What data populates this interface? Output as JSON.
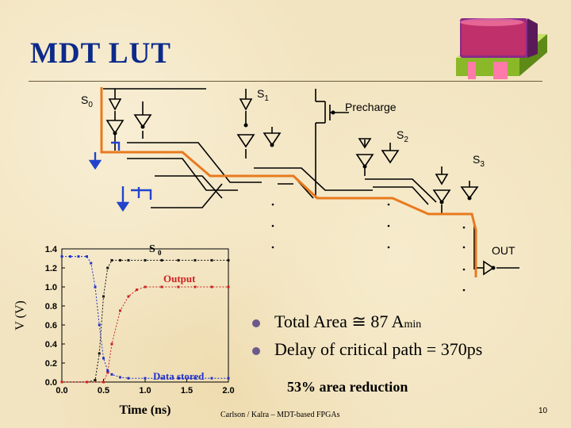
{
  "slide": {
    "title": "MDT LUT",
    "bullets": [
      {
        "pre": "Total Area ≅ 87 A",
        "sub": "min"
      },
      {
        "pre": "Delay of critical path = 370ps",
        "sub": ""
      }
    ],
    "reduction": "53% area reduction",
    "footer": "Carlson / Kalra – MDT-based FPGAs",
    "page_number": "10"
  },
  "circuit": {
    "labels": {
      "s0": "S",
      "s0_sub": "0",
      "s1": "S",
      "s1_sub": "1",
      "precharge": "Precharge",
      "s2": "S",
      "s2_sub": "2",
      "s3": "S",
      "s3_sub": "3",
      "out": "OUT"
    },
    "colors": {
      "highlight": "#e87a1e",
      "blue": "#2244cc",
      "wire": "#000000"
    }
  },
  "chart_data": {
    "type": "line",
    "xlabel": "Time (ns)",
    "ylabel": "V (V)",
    "xlim": [
      0.0,
      2.0
    ],
    "ylim": [
      0.0,
      1.4
    ],
    "xticks": [
      "0.0",
      "0.5",
      "1.0",
      "1.5",
      "2.0"
    ],
    "yticks": [
      "0.0",
      "0.2",
      "0.4",
      "0.6",
      "0.8",
      "1.0",
      "1.2",
      "1.4"
    ],
    "annotations": {
      "s0": "S",
      "s0_sub": "0",
      "output": "Output",
      "data_stored": "Data stored"
    },
    "series": [
      {
        "name": "S0",
        "color": "#111111",
        "x": [
          0.0,
          0.3,
          0.4,
          0.45,
          0.5,
          0.55,
          0.6,
          0.7,
          0.8,
          1.0,
          1.2,
          1.4,
          1.6,
          1.8,
          2.0
        ],
        "y": [
          0.0,
          0.0,
          0.02,
          0.3,
          0.9,
          1.2,
          1.28,
          1.28,
          1.28,
          1.28,
          1.28,
          1.28,
          1.28,
          1.28,
          1.28
        ]
      },
      {
        "name": "Output",
        "color": "#cc2222",
        "x": [
          0.0,
          0.3,
          0.5,
          0.55,
          0.6,
          0.7,
          0.8,
          0.9,
          1.0,
          1.2,
          1.4,
          1.6,
          1.8,
          2.0
        ],
        "y": [
          0.0,
          0.0,
          0.0,
          0.1,
          0.4,
          0.75,
          0.9,
          0.97,
          1.0,
          1.0,
          1.0,
          1.0,
          1.0,
          1.0
        ]
      },
      {
        "name": "Data stored",
        "color": "#2233cc",
        "x": [
          0.0,
          0.1,
          0.2,
          0.3,
          0.35,
          0.4,
          0.45,
          0.5,
          0.55,
          0.6,
          0.7,
          0.8,
          1.0,
          1.2,
          1.4,
          1.6,
          1.8,
          2.0
        ],
        "y": [
          1.32,
          1.32,
          1.32,
          1.32,
          1.25,
          1.0,
          0.6,
          0.25,
          0.12,
          0.08,
          0.05,
          0.04,
          0.04,
          0.04,
          0.04,
          0.04,
          0.04,
          0.04
        ]
      }
    ]
  }
}
